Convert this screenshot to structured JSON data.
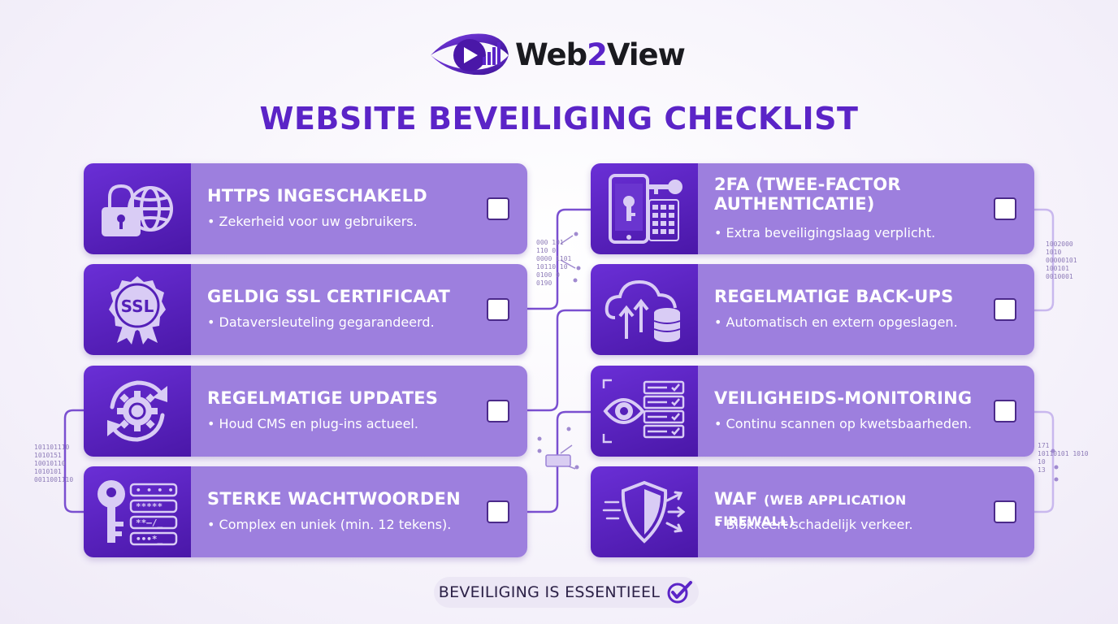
{
  "brand": {
    "name_a": "Web",
    "name_b": "2",
    "name_c": "View"
  },
  "title": "WEBSITE BEVEILIGING CHECKLIST",
  "cards": [
    {
      "title": "HTTPS INGESCHAKELD",
      "desc": "Zekerheid voor uw gebruikers.",
      "icon": "lock-globe-icon",
      "checked": false
    },
    {
      "title": "GELDIG SSL CERTIFICAAT",
      "desc": "Dataversleuteling gegarandeerd.",
      "icon": "ssl-badge-icon",
      "checked": false
    },
    {
      "title": "REGELMATIGE UPDATES",
      "desc": "Houd CMS en plug-ins actueel.",
      "icon": "update-gear-icon",
      "checked": false
    },
    {
      "title": "STERKE WACHTWOORDEN",
      "desc": "Complex en uniek (min. 12 tekens).",
      "icon": "key-password-icon",
      "checked": false
    },
    {
      "title_line1": "2FA (TWEE-FACTOR",
      "title_line2": "AUTHENTICATIE)",
      "desc": "Extra beveiligingslaag verplicht.",
      "icon": "phone-key-icon",
      "checked": false
    },
    {
      "title": "REGELMATIGE BACK-UPS",
      "desc": "Automatisch en extern opgeslagen.",
      "icon": "cloud-backup-icon",
      "checked": false
    },
    {
      "title": "VEILIGHEIDS-MONITORING",
      "desc": "Continu scannen op kwetsbaarheden.",
      "icon": "eye-monitoring-icon",
      "checked": false
    },
    {
      "title_main": "WAF ",
      "title_small": "(WEB APPLICATION FIREWALL)",
      "desc": "Blokkeert schadelijk verkeer.",
      "icon": "shield-firewall-icon",
      "checked": false
    }
  ],
  "binary": {
    "mid": [
      "000 101",
      "110  0",
      "0000 1101",
      "10110  10",
      "0100  0",
      "0190"
    ],
    "right_top": [
      "1002000",
      "1010",
      "00000101",
      "100101",
      "0010001"
    ],
    "left": [
      "101101110",
      "1010151",
      "10010110",
      "1010101",
      "0011001110"
    ],
    "right_bottom": [
      "171",
      "10110101 1010",
      "10",
      "13"
    ]
  },
  "footer": "BEVEILIGING IS ESSENTIEEL",
  "colors": {
    "accent": "#5b24c7",
    "icon_bg": "#5420b8",
    "card_bg": "#9d7fde"
  }
}
